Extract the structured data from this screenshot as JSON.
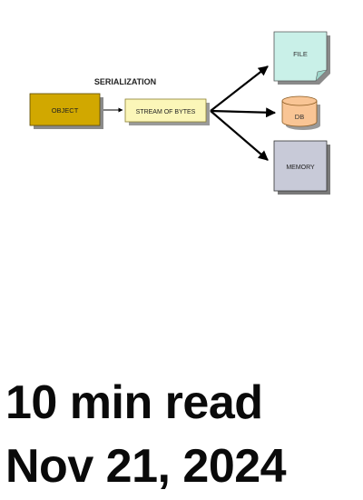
{
  "diagram": {
    "title": "SERIALIZATION",
    "nodes": {
      "object": {
        "label": "OBJECT",
        "color": "#d1a800"
      },
      "stream": {
        "label": "STREAM OF BYTES",
        "color": "#fbf6b8"
      },
      "file": {
        "label": "FILE",
        "color": "#c9f0e8"
      },
      "db": {
        "label": "DB",
        "color": "#f9c595"
      },
      "memory": {
        "label": "MEMORY",
        "color": "#c8cad8"
      }
    }
  },
  "meta": {
    "read_time": "10 min read",
    "date": "Nov 21, 2024"
  }
}
